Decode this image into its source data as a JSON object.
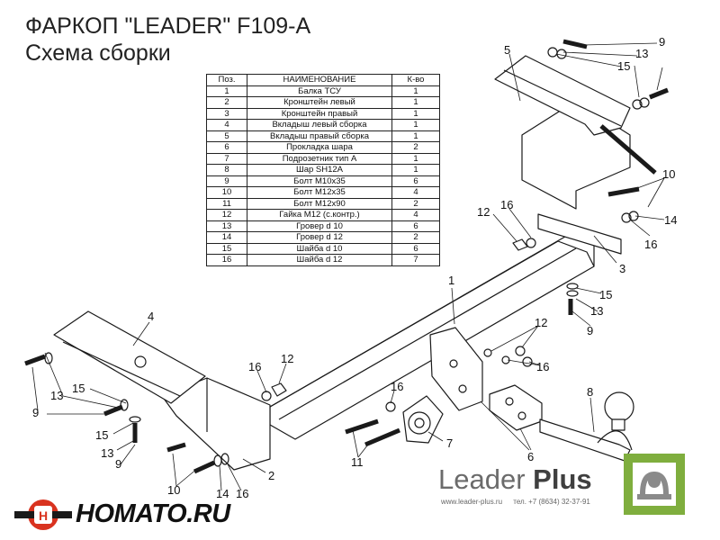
{
  "title": {
    "line1": "ФАРКОП \"LEADER\" F109-A",
    "line2": "Схема сборки"
  },
  "table": {
    "headers": [
      "Поз.",
      "НАИМЕНОВАНИЕ",
      "К-во"
    ],
    "rows": [
      [
        "1",
        "Балка ТСУ",
        "1"
      ],
      [
        "2",
        "Кронштейн левый",
        "1"
      ],
      [
        "3",
        "Кронштейн правый",
        "1"
      ],
      [
        "4",
        "Вкладыш левый сборка",
        "1"
      ],
      [
        "5",
        "Вкладыш правый сборка",
        "1"
      ],
      [
        "6",
        "Прокладка шара",
        "2"
      ],
      [
        "7",
        "Подрозетник тип А",
        "1"
      ],
      [
        "8",
        "Шар SH12A",
        "1"
      ],
      [
        "9",
        "Болт М10х35",
        "6"
      ],
      [
        "10",
        "Болт М12х35",
        "4"
      ],
      [
        "11",
        "Болт М12х90",
        "2"
      ],
      [
        "12",
        "Гайка М12 (с.контр.)",
        "4"
      ],
      [
        "13",
        "Гровер d 10",
        "6"
      ],
      [
        "14",
        "Гровер d 12",
        "2"
      ],
      [
        "15",
        "Шайба d 10",
        "6"
      ],
      [
        "16",
        "Шайба d 12",
        "7"
      ]
    ]
  },
  "callouts": {
    "c1": "1",
    "c2": "2",
    "c3": "3",
    "c4": "4",
    "c5": "5",
    "c6": "6",
    "c7": "7",
    "c8": "8",
    "c9a": "9",
    "c9b": "9",
    "c9c": "9",
    "c9d": "9",
    "c10a": "10",
    "c10b": "10",
    "c11": "11",
    "c12a": "12",
    "c12b": "12",
    "c12c": "12",
    "c13a": "13",
    "c13b": "13",
    "c13c": "13",
    "c13d": "13",
    "c14a": "14",
    "c14b": "14",
    "c15a": "15",
    "c15b": "15",
    "c15c": "15",
    "c15d": "15",
    "c16a": "16",
    "c16b": "16",
    "c16c": "16",
    "c16d": "16",
    "c16e": "16",
    "c16f": "16"
  },
  "brand": {
    "leader": "Leader",
    "plus": "Plus",
    "site": "www.leader-plus.ru",
    "phone": "тел. +7 (8634) 32-37-91"
  },
  "watermark": {
    "text": "HOMATO.RU"
  },
  "colors": {
    "line": "#1a1a1a",
    "brand_gray": "#6b6b6b",
    "logo_green": "#7fae3e",
    "homato_red": "#d9331f"
  }
}
